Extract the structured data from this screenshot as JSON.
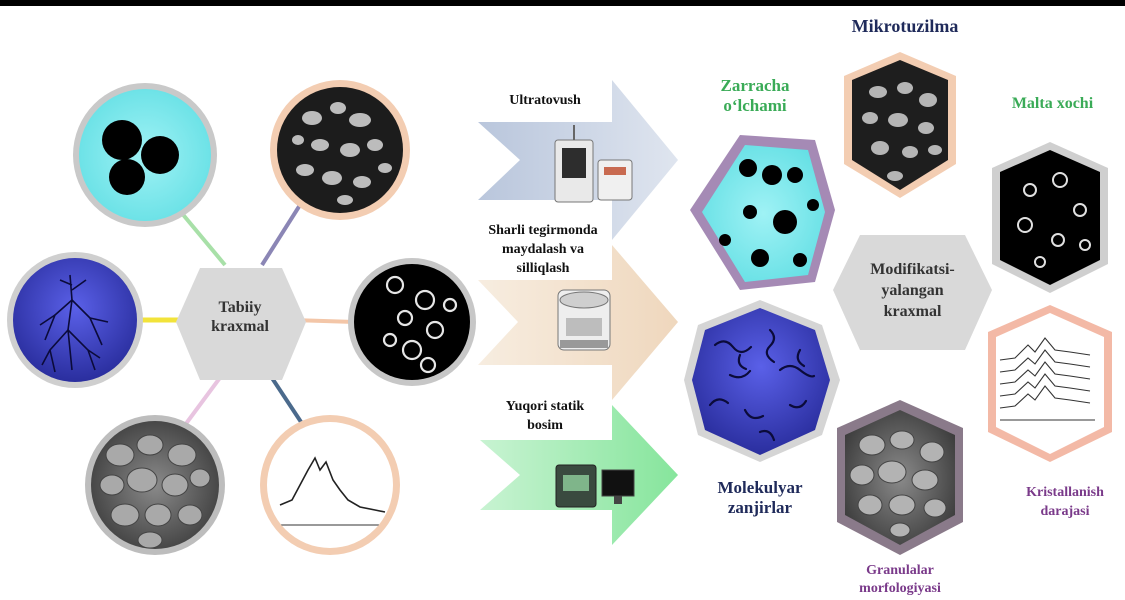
{
  "center_left": {
    "line1": "Tabiiy",
    "line2": "kraxmal"
  },
  "methods": [
    {
      "line1": "Ultratovush",
      "line2": "",
      "line3": ""
    },
    {
      "line1": "Sharli tegirmonda",
      "line2": "maydalash va",
      "line3": "silliqlash"
    },
    {
      "line1": "Yuqori statik",
      "line2": "bosim",
      "line3": ""
    }
  ],
  "center_right": {
    "line1": "Modifikatsi-",
    "line2": "yalangan",
    "line3": "kraxmal"
  },
  "properties": {
    "top": "Mikrotuzilma",
    "particle_size": {
      "line1": "Zarracha",
      "line2": "o‘lchami"
    },
    "maltese_cross": "Malta xochi",
    "molecular_chains": {
      "line1": "Molekulyar",
      "line2": "zanjirlar"
    },
    "crystallinity": {
      "line1": "Kristallanish",
      "line2": "darajasi"
    },
    "granule_morphology": {
      "line1": "Granulalar",
      "line2": "morfologiyasi"
    }
  },
  "colors": {
    "hex_grey": "#d8d8d8",
    "cyan": "#7fe6ea",
    "blue_fill": "#3b3fc4",
    "arrow_blue": "#c9d3e4",
    "arrow_beige": "#f3e3cf",
    "arrow_green": "#a7ecb7",
    "peach_border": "#f0c9ae",
    "grey_border": "#c4c4c4"
  },
  "icons": [
    "round-granules-icon",
    "sem-granules-icon",
    "branched-amylopectin-icon",
    "maltese-cross-icon",
    "polyhedral-granules-icon",
    "xrd-pattern-icon",
    "ultrasonic-device-icon",
    "ball-mill-icon",
    "high-pressure-device-icon",
    "molecular-chains-icon",
    "crystallinity-xrd-icon"
  ]
}
